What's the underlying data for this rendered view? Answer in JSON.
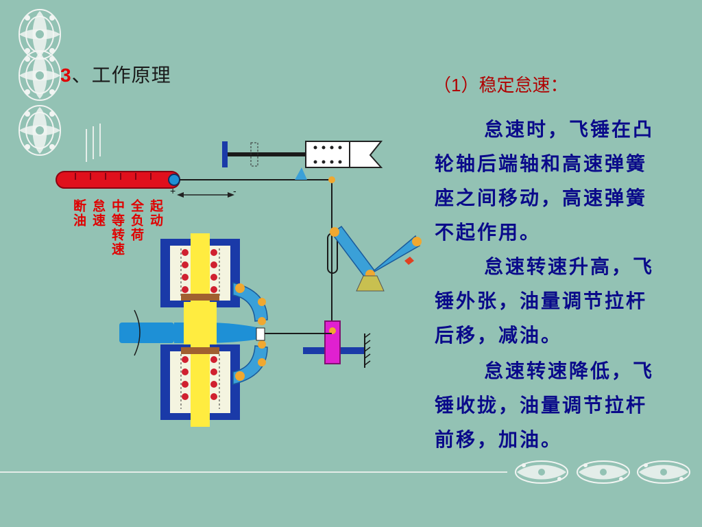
{
  "title": {
    "number": "3",
    "text": "、工作原理"
  },
  "heading": {
    "open": "（",
    "number": "1",
    "close": "）",
    "text": "稳定怠速："
  },
  "paragraphs": [
    "怠速时，飞锤在凸轮轴后端轴和高速弹簧座之间移动，高速弹簧不起作用。",
    "怠速转速升高，飞锤外张，油量调节拉杆后移，减油。",
    "怠速转速降低，飞锤收拢，油量调节拉杆前移，加油。"
  ],
  "lever_labels": [
    "起动",
    "全负荷",
    "中等转速",
    "怠速",
    "断油"
  ],
  "lever_signs": {
    "plus": "+",
    "minus": "-"
  },
  "colors": {
    "background": "#93c2b4",
    "title_text": "#1a1a1a",
    "heading_text": "#b00000",
    "body_text": "#0a0a8a",
    "label_text": "#e00000"
  },
  "icons": [
    "ornament-icon",
    "governor-mechanism-icon"
  ]
}
